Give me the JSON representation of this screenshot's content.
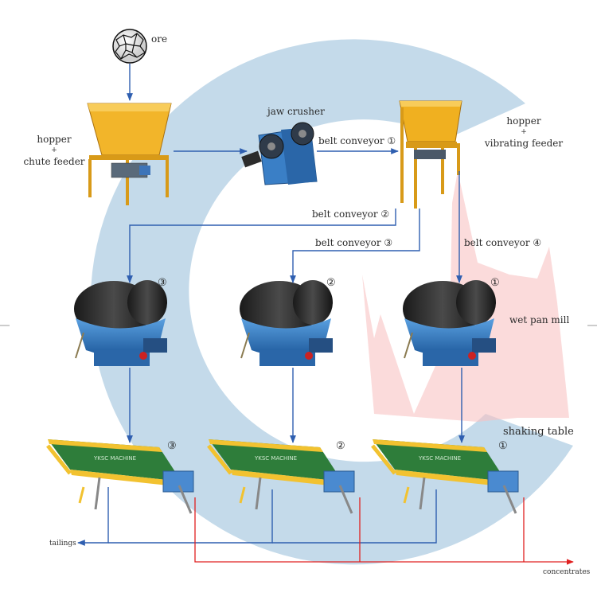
{
  "colors": {
    "arrow_blue": "#2f5fb0",
    "arrow_red": "#e02020",
    "watermark_blue": "#9fc3dc",
    "watermark_red": "#f4b3b3",
    "hopper_orange": "#f0b020",
    "machine_blue": "#2e78c4",
    "table_yellow": "#f2c230",
    "table_green": "#2e7d3a"
  },
  "labels": {
    "ore": "ore",
    "hopper_chute_line1": "hopper",
    "hopper_chute_plus": "+",
    "hopper_chute_line2": "chute feeder",
    "jaw_crusher": "jaw crusher",
    "belt_conveyor_1": "belt conveyor ①",
    "hopper_vib_line1": "hopper",
    "hopper_vib_plus": "+",
    "hopper_vib_line2": "vibrating feeder",
    "belt_conveyor_2": "belt conveyor ②",
    "belt_conveyor_3": "belt conveyor ③",
    "belt_conveyor_4": "belt conveyor ④",
    "wet_pan_mill": "wet pan mill",
    "shaking_table": "shaking table",
    "tailings": "tailings",
    "concentrates": "concentrates"
  },
  "numbers": {
    "mill_left": "③",
    "mill_mid": "②",
    "mill_right": "①",
    "table_left": "③",
    "table_mid": "②",
    "table_right": "①"
  },
  "brand_on_table": "YKSC MACHINE",
  "icons": [
    "ore-rock-icon",
    "hopper-chute-feeder-icon",
    "jaw-crusher-icon",
    "hopper-vibrating-feeder-icon",
    "wet-pan-mill-icon",
    "shaking-table-icon"
  ]
}
